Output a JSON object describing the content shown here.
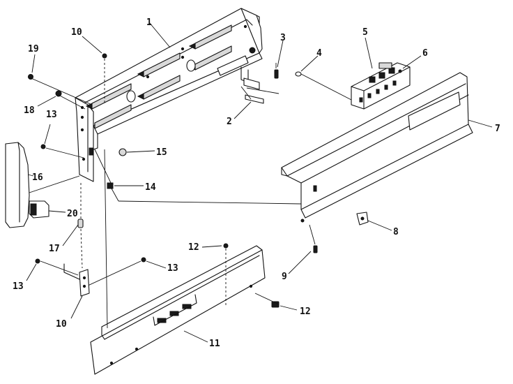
{
  "parts": [
    {
      "id": "p1",
      "label": "1"
    },
    {
      "id": "p2",
      "label": "2"
    },
    {
      "id": "p3",
      "label": "3"
    },
    {
      "id": "p4",
      "label": "4"
    },
    {
      "id": "p5",
      "label": "5"
    },
    {
      "id": "p6",
      "label": "6"
    },
    {
      "id": "p7",
      "label": "7"
    },
    {
      "id": "p8",
      "label": "8"
    },
    {
      "id": "p9",
      "label": "9"
    },
    {
      "id": "p10a",
      "label": "10"
    },
    {
      "id": "p10b",
      "label": "10"
    },
    {
      "id": "p11",
      "label": "11"
    },
    {
      "id": "p12a",
      "label": "12"
    },
    {
      "id": "p12b",
      "label": "12"
    },
    {
      "id": "p13a",
      "label": "13"
    },
    {
      "id": "p13b",
      "label": "13"
    },
    {
      "id": "p13c",
      "label": "13"
    },
    {
      "id": "p14",
      "label": "14"
    },
    {
      "id": "p15",
      "label": "15"
    },
    {
      "id": "p16",
      "label": "16"
    },
    {
      "id": "p17",
      "label": "17"
    },
    {
      "id": "p18",
      "label": "18"
    },
    {
      "id": "p19",
      "label": "19"
    },
    {
      "id": "p20",
      "label": "20"
    }
  ]
}
